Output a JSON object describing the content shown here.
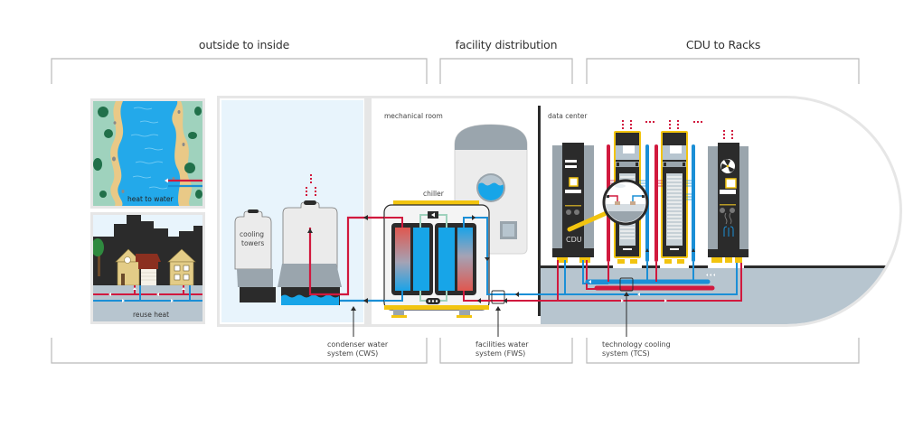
{
  "sections": [
    {
      "id": "outside",
      "title": "outside to inside"
    },
    {
      "id": "facility",
      "title": "facility distribution"
    },
    {
      "id": "cdu",
      "title": "CDU to Racks"
    }
  ],
  "panels": {
    "heat_to_water": "heat to water",
    "reuse_heat": "reuse heat",
    "cooling_towers_line1": "cooling",
    "cooling_towers_line2": "towers",
    "mechanical_room": "mechanical room",
    "chiller": "chiller",
    "data_center": "data center",
    "cdu": "CDU"
  },
  "captions": {
    "cws_line1": "condenser water",
    "cws_line2": "system (CWS)",
    "fws_line1": "facilities water",
    "fws_line2": "system (FWS)",
    "tcs_line1": "technology cooling",
    "tcs_line2": "system (TCS)"
  },
  "colors": {
    "hot": "#d1193e",
    "cold": "#1b8fd6",
    "water": "#17a5e8",
    "accent_yellow": "#f2c40f",
    "dark": "#2b2b2b",
    "grey": "#9aa5ad",
    "floor": "#b7c5cf",
    "bracket": "#b9b9b9",
    "tower_panel_bg": "#e8f4fc",
    "grass": "#9fd2bd",
    "sand": "#e9c987",
    "tree": "#21704a"
  }
}
